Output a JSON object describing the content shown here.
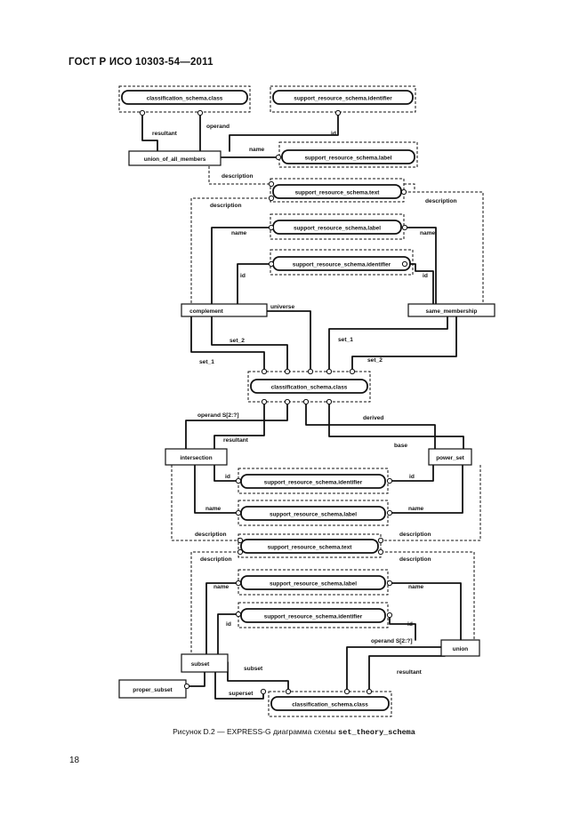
{
  "header": {
    "title": "ГОСТ Р ИСО 10303-54—2011"
  },
  "caption": {
    "prefix": "Рисунок D.2 — EXPRESS-G диаграмма схемы",
    "schema": "set_theory_schema"
  },
  "page_number": "18",
  "entities": {
    "union_of_all_members": "union_of_all_members",
    "complement": "complement",
    "same_membership": "same_membership",
    "intersection": "intersection",
    "power_set": "power_set",
    "subset": "subset",
    "union": "union",
    "proper_subset": "proper_subset"
  },
  "references": {
    "classification_schema_class": "classification_schema.class",
    "support_resource_schema_identifier": "support_resource_schema.identifier",
    "support_resource_schema_label": "support_resource_schema.label",
    "support_resource_schema_text": "support_resource_schema.text"
  },
  "attributes": {
    "resultant": "resultant",
    "operand": "operand",
    "id": "id",
    "name": "name",
    "description": "description",
    "universe": "universe",
    "set_1": "set_1",
    "set_2": "set_2",
    "operand_set": "operand S[2:?]",
    "derived": "derived",
    "base": "base",
    "subset": "subset",
    "superset": "superset"
  }
}
